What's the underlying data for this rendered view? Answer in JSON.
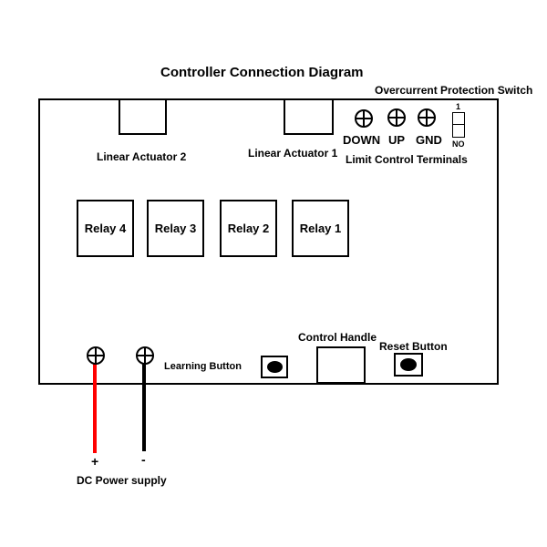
{
  "title": "Controller Connection Diagram",
  "labels": {
    "overcurrent_switch": "Overcurrent Protection Switch",
    "switch_on": "1",
    "switch_off": "NO",
    "actuator_2": "Linear Actuator 2",
    "actuator_1": "Linear Actuator 1",
    "limit_terminals": "Limit Control Terminals",
    "down": "DOWN",
    "up": "UP",
    "gnd": "GND",
    "control_handle": "Control Handle",
    "reset_button": "Reset Button",
    "learning_button": "Learning Button",
    "plus": "+",
    "minus": "-",
    "dc_power": "DC Power supply"
  },
  "relays": [
    {
      "label": "Relay 4"
    },
    {
      "label": "Relay 3"
    },
    {
      "label": "Relay 2"
    },
    {
      "label": "Relay 1"
    }
  ],
  "colors": {
    "positive_wire": "#ff0000",
    "negative_wire": "#000000",
    "outline": "#000000"
  },
  "icons": {
    "terminal": "plus-in-circle"
  }
}
